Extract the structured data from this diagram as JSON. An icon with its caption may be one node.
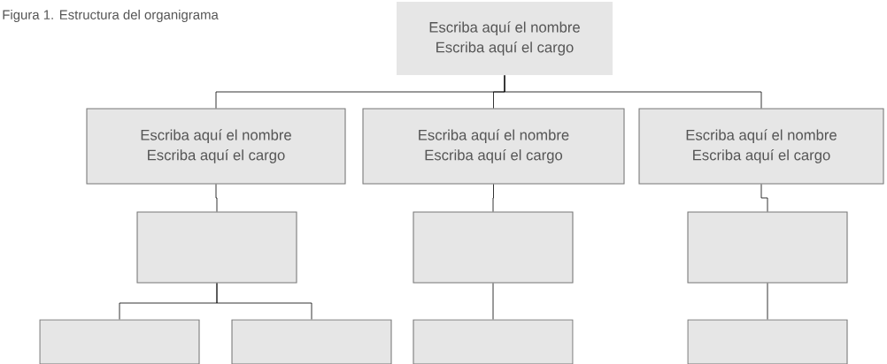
{
  "diagram": {
    "title": "Figura 1. Estructura del organigrama",
    "nodes": [
      {
        "text": [
          "Escriba aquí el nombre",
          "Escriba aquí el cargo"
        ]
      },
      {
        "text": [
          "Escriba aquí el nombre",
          "Escriba aquí el cargo"
        ]
      },
      {
        "text": [
          "Escriba aquí el nombre",
          "Escriba aquí el cargo"
        ]
      },
      {
        "text": [
          "Escriba aquí el nombre",
          "Escriba aquí el cargo"
        ]
      },
      {
        "text": [],
        "shape": "box"
      },
      {
        "text": [],
        "shape": "box"
      },
      {
        "text": [],
        "shape": "box"
      },
      {
        "text": [],
        "shape": "box"
      },
      {
        "text": [],
        "shape": "box"
      },
      {
        "text": [],
        "shape": "box"
      },
      {
        "text": [],
        "shape": "box"
      }
    ],
    "edges": [
      {
        "from": 0,
        "to": 1,
        "arrow": "none"
      },
      {
        "from": 0,
        "to": 2,
        "arrow": "none"
      },
      {
        "from": 0,
        "to": 3,
        "arrow": "none"
      },
      {
        "from": 1,
        "to": 4,
        "arrow": "none"
      },
      {
        "from": 2,
        "to": 5,
        "arrow": "none"
      },
      {
        "from": 3,
        "to": 6,
        "arrow": "none"
      },
      {
        "from": 4,
        "to": 7,
        "arrow": "none"
      },
      {
        "from": 4,
        "to": 8,
        "arrow": "none"
      },
      {
        "from": 5,
        "to": 9,
        "arrow": "none"
      },
      {
        "from": 6,
        "to": 10,
        "arrow": "none"
      }
    ]
  }
}
